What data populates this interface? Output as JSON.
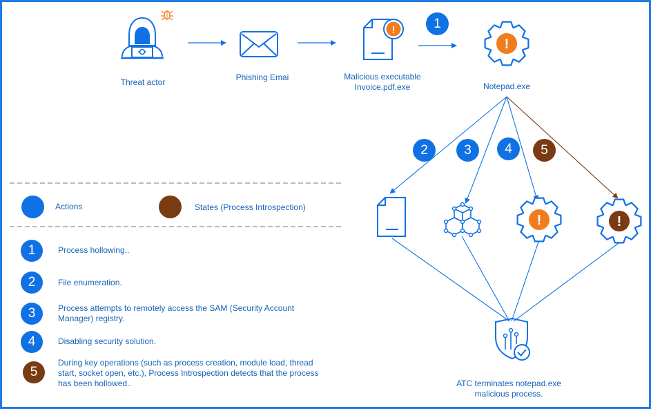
{
  "nodes": {
    "threat_actor": "Threat actor",
    "phishing": "Phishing Emai",
    "malicious_line1": "Malicious executable",
    "malicious_line2": "Invoice.pdf.exe",
    "notepad": "Notepad.exe",
    "atc_line1": "ATC terminates notepad.exe",
    "atc_line2": "malicious process."
  },
  "badges": {
    "b1": "1",
    "b2": "2",
    "b3": "3",
    "b4": "4",
    "b5": "5",
    "warn": "!"
  },
  "legend": {
    "actions": "Actions",
    "states": "States (Process Introspection)"
  },
  "steps": [
    {
      "num": "1",
      "text": "Process hollowing.."
    },
    {
      "num": "2",
      "text": "File enumeration."
    },
    {
      "num": "3",
      "text": "Process attempts to remotely access the SAM (Security Account",
      "text2": "Manager) registry."
    },
    {
      "num": "4",
      "text": "Disabling security solution."
    },
    {
      "num": "5",
      "text": "During key operations (such as process creation, module load, thread",
      "text2": "start, socket open, etc.), Process Introspection detects that the process",
      "text3": "has been hollowed.."
    }
  ],
  "colors": {
    "action_blue": "#1071e5",
    "state_brown": "#7a3a12",
    "warning_orange": "#f07c1e",
    "text_blue": "#1763b7",
    "frame_blue": "#1e7be6"
  },
  "icons": {
    "threat_actor": "hooded-hacker-icon",
    "bug": "bug-icon",
    "phishing": "envelope-icon",
    "malicious": "document-warning-icon",
    "notepad": "gear-warning-icon",
    "file": "document-icon",
    "registry": "cubes-icon",
    "atc": "shield-check-icon"
  }
}
